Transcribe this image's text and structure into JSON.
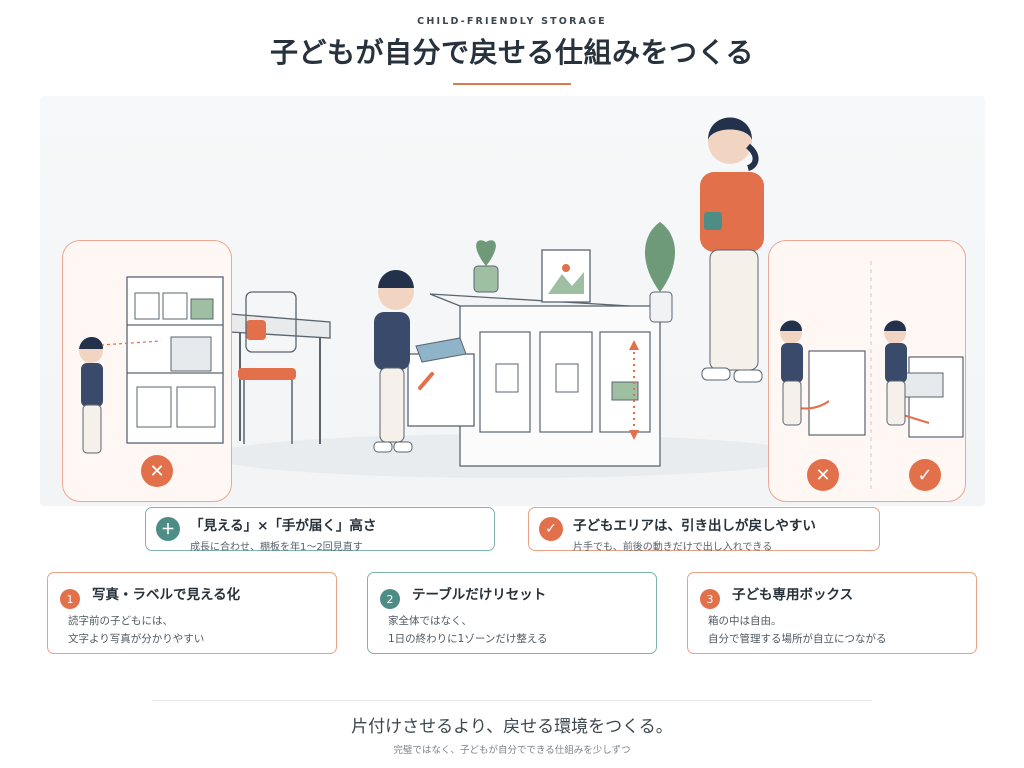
{
  "header": {
    "eyebrow": "CHILD-FRIENDLY STORAGE",
    "title": "子どもが自分で戻せる仕組みをつくる"
  },
  "colors": {
    "accent": "#e2704a",
    "teal": "#4e8d86",
    "navy": "#34445a"
  },
  "marks": {
    "ng": "✕",
    "ok": "✓"
  },
  "tips": {
    "height": {
      "icon": "plus-icon",
      "badge": "＋",
      "title": "「見える」×「手が届く」高さ",
      "desc": "成長に合わせ、棚板を年1〜2回見直す"
    },
    "drawer": {
      "icon": "check-icon",
      "badge": "✓",
      "title": "子どもエリアは、引き出しが戻しやすい",
      "desc": "片手でも、前後の動きだけで出し入れできる"
    }
  },
  "points": [
    {
      "num": "1",
      "title": "写真・ラベルで見える化",
      "lines": [
        "読字前の子どもには、",
        "文字より写真が分かりやすい"
      ]
    },
    {
      "num": "2",
      "title": "テーブルだけリセット",
      "lines": [
        "家全体ではなく、",
        "1日の終わりに1ゾーンだけ整える"
      ]
    },
    {
      "num": "3",
      "title": "子ども専用ボックス",
      "lines": [
        "箱の中は自由。",
        "自分で管理する場所が自立につながる"
      ]
    }
  ],
  "footer": {
    "tagline": "片付けさせるより、戻せる環境をつくる。",
    "sub": "完璧ではなく、子どもが自分でできる仕組みを少しずつ"
  }
}
